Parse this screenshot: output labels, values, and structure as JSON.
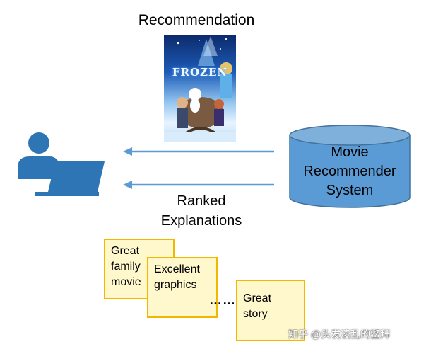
{
  "title": "Recommendation",
  "poster": {
    "title": "FROZEN"
  },
  "system": {
    "line1": "Movie",
    "line2": "Recommender",
    "line3": "System"
  },
  "ranked": {
    "line1": "Ranked",
    "line2": "Explanations"
  },
  "notes": [
    {
      "line1": "Great",
      "line2": "family",
      "line3": "movie"
    },
    {
      "line1": "Excellent",
      "line2": "graphics"
    },
    {
      "line1": "Great",
      "line2": "story"
    }
  ],
  "ellipsis": "……",
  "watermark": "知乎 @头发凌乱的鳖拜",
  "colors": {
    "arrow": "#5b9bd5",
    "cylinder": "#5b9bd5",
    "cylinder_border": "#41719c",
    "user": "#2e75b6",
    "note_fill": "#fff8cc",
    "note_border": "#f2b800"
  }
}
